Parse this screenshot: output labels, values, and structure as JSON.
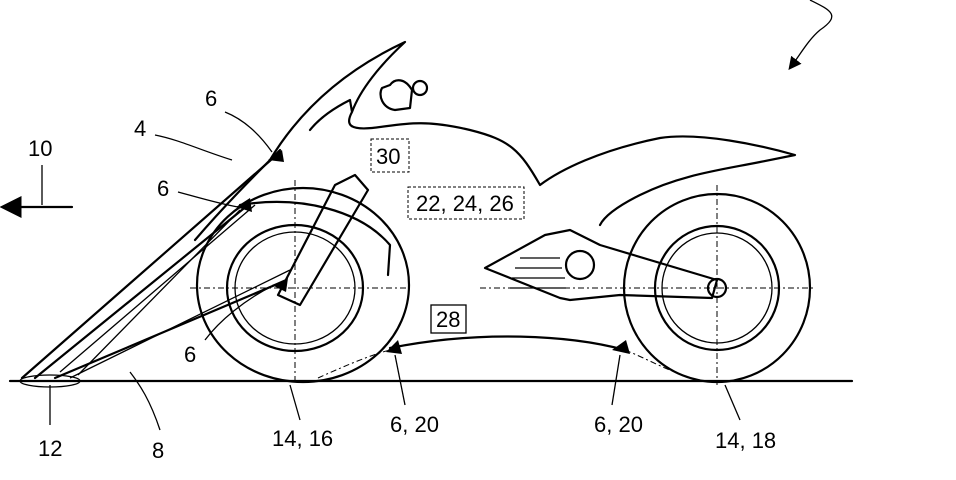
{
  "labels": {
    "direction": "10",
    "fairing": "4",
    "sensor_top": "6",
    "sensor_mid": "6",
    "sensor_fork": "6",
    "unit_30": "30",
    "unit_22_24_26": "22, 24, 26",
    "unit_28": "28",
    "projection": "12",
    "ground": "8",
    "front_wheel": "14, 16",
    "sensor_under_front": "6, 20",
    "sensor_under_rear": "6, 20",
    "rear_wheel": "14, 18"
  }
}
